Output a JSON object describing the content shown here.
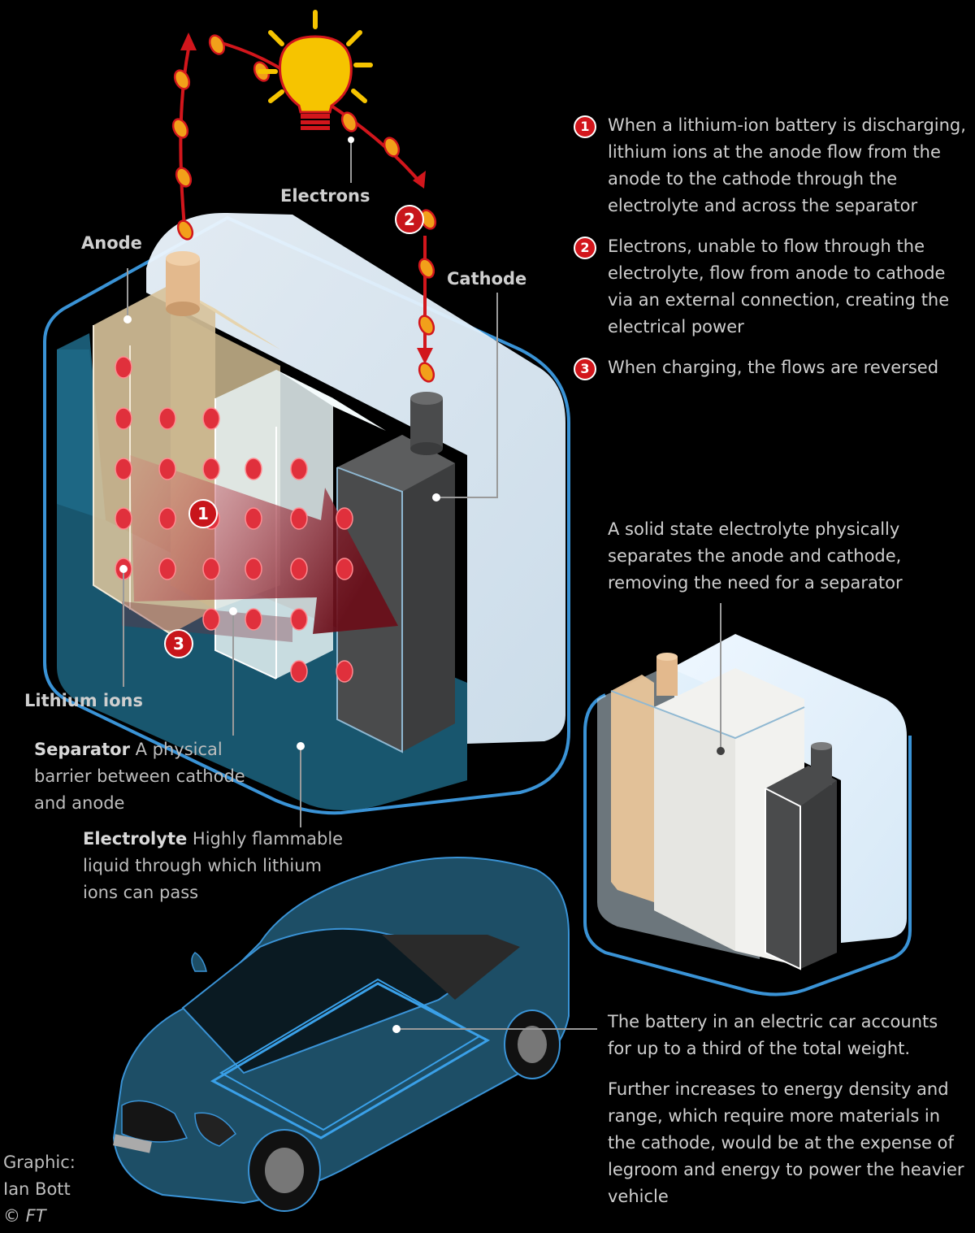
{
  "labels": {
    "electrons": "Electrons",
    "anode": "Anode",
    "cathode": "Cathode",
    "lithium_ions": "Lithium ions",
    "separator_title": "Separator",
    "separator_desc": " A physical barrier between cathode and anode",
    "electrolyte_title": "Electrolyte",
    "electrolyte_desc": " Highly flammable liquid through which lithium ions can pass"
  },
  "steps": [
    {
      "num": "1",
      "text": "When a lithium-ion battery is discharging, lithium ions at the anode flow from the anode to the cathode through the electrolyte and across the separator"
    },
    {
      "num": "2",
      "text": "Electrons, unable to flow through the electrolyte, flow from anode to cathode via an external connection, creating the electrical power"
    },
    {
      "num": "3",
      "text": "When charging, the flows are reversed"
    }
  ],
  "solid_state": {
    "text": "A solid state electrolyte physically separates the anode and cathode, removing the need for a separator"
  },
  "car": {
    "text1": "The battery in an electric car accounts for up to a third of the total weight.",
    "text2": "Further increases to energy density and range, which require more materials in the cathode, would be at the expense of legroom and energy to power the heavier vehicle"
  },
  "credit": {
    "line1": "Graphic:",
    "line2": "Ian Bott",
    "line3": "© FT"
  },
  "colors": {
    "background": "#000000",
    "electron": "#f2a01a",
    "flow_red": "#d2161c",
    "anode": "#d9c39c",
    "cathode": "#4a4b4c",
    "electrolyte": "#1b5f7a",
    "casing_edge": "#3a93d6",
    "car_body": "#1d4e66"
  }
}
